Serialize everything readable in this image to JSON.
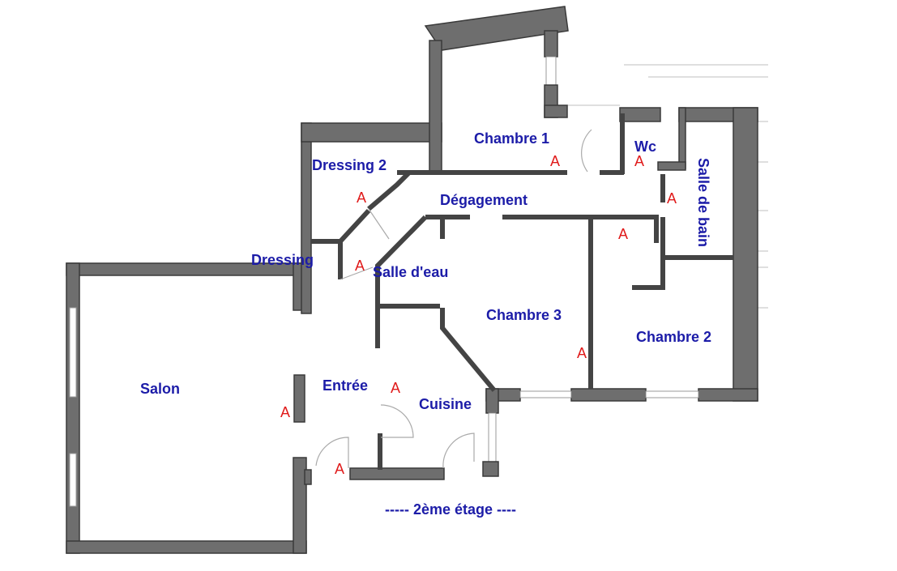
{
  "plan": {
    "floor_label": "----- 2ème étage ----",
    "rooms": {
      "chambre1": "Chambre 1",
      "wc": "Wc",
      "dressing2": "Dressing 2",
      "degagement": "Dégagement",
      "salle_de_bain": "Salle de bain",
      "dressing": "Dressing",
      "salle_deau": "Salle d'eau",
      "chambre3": "Chambre 3",
      "chambre2": "Chambre 2",
      "salon": "Salon",
      "entree": "Entrée",
      "cuisine": "Cuisine"
    },
    "marker": "A"
  }
}
